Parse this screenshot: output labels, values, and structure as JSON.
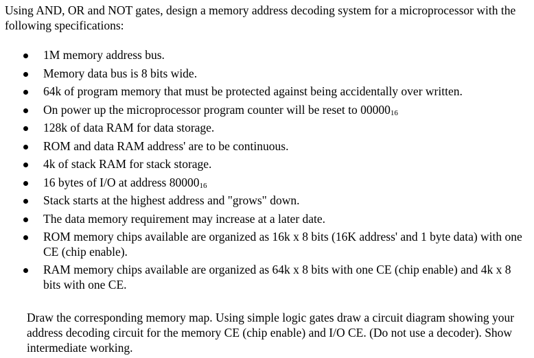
{
  "intro": "Using AND, OR and NOT gates, design a memory address decoding system for a microprocessor with the following specifications:",
  "bullets": [
    {
      "text": "1M memory address bus.",
      "sub": ""
    },
    {
      "text": "Memory data bus is 8 bits wide.",
      "sub": ""
    },
    {
      "text": "64k of program memory that must be protected against being accidentally over written.",
      "sub": ""
    },
    {
      "text": "On power up the microprocessor program counter will be reset to 00000",
      "sub": "16"
    },
    {
      "text": "128k of data RAM for data storage.",
      "sub": ""
    },
    {
      "text": "ROM and data RAM address' are to be continuous.",
      "sub": ""
    },
    {
      "text": "4k of stack RAM for stack storage.",
      "sub": ""
    },
    {
      "text": "16 bytes of I/O at address 80000",
      "sub": "16"
    },
    {
      "text": "Stack starts at the highest address and \"grows\" down.",
      "sub": ""
    },
    {
      "text": "The data memory requirement may increase at a later date.",
      "sub": ""
    },
    {
      "text": "ROM memory chips available are organized as 16k x 8 bits (16K address' and 1 byte data) with one CE (chip enable).",
      "sub": ""
    },
    {
      "text": "RAM memory chips available are organized as 64k x 8 bits with one CE (chip enable) and 4k x 8 bits with one CE.",
      "sub": ""
    }
  ],
  "outro": "Draw the corresponding memory map.  Using simple logic gates draw a circuit diagram showing your address decoding circuit for the memory CE (chip enable) and I/O CE.  (Do not use a decoder).  Show intermediate working."
}
